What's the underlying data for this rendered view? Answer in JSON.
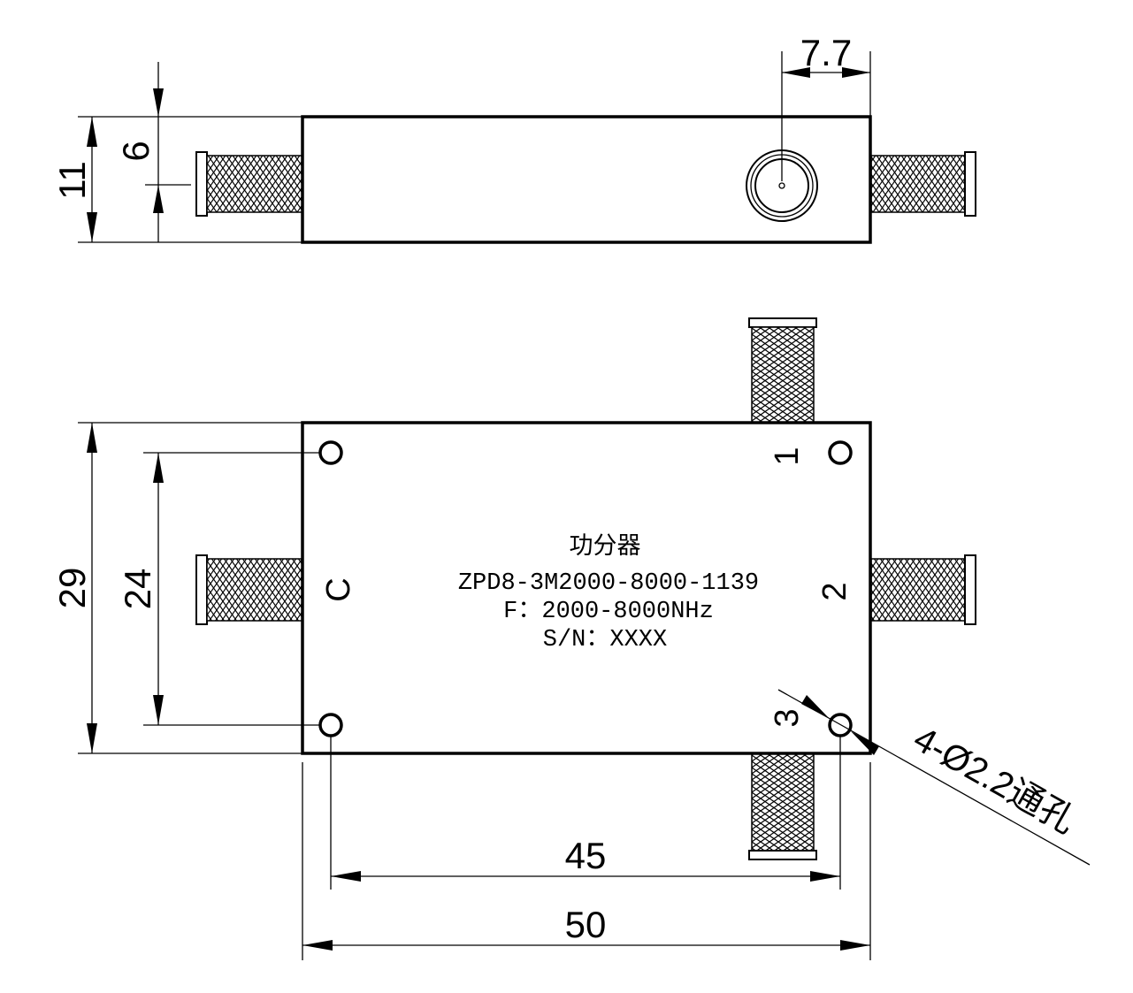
{
  "dimensions": {
    "connector_offset": "7.7",
    "height_total": "11",
    "height_connector": "6",
    "width_total": "29",
    "hole_spacing_vertical": "24",
    "hole_spacing_horizontal": "45",
    "length_total": "50",
    "hole_callout": "4-Ø2.2通孔"
  },
  "ports": {
    "common": "C",
    "port1": "1",
    "port2": "2",
    "port3": "3"
  },
  "label": {
    "line1": "功分器",
    "line2": "ZPD8-3M2000-8000-1139",
    "line3": "F：2000-8000NHz",
    "line4": "S/N：XXXX"
  }
}
